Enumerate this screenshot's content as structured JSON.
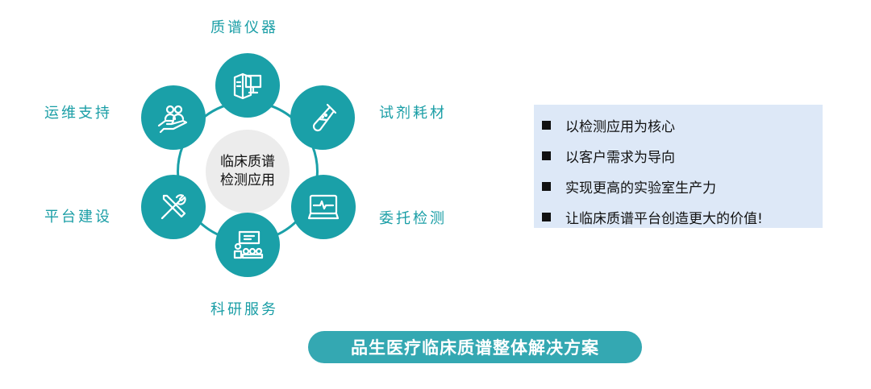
{
  "center": {
    "line1": "临床质谱",
    "line2": "检测应用"
  },
  "nodes": {
    "top": {
      "label": "质谱仪器",
      "icon": "computer-icon"
    },
    "top_right": {
      "label": "试剂耗材",
      "icon": "test-tube-icon"
    },
    "bottom_right": {
      "label": "委托检测",
      "icon": "monitor-heartbeat-icon"
    },
    "bottom": {
      "label": "科研服务",
      "icon": "presentation-audience-icon"
    },
    "bottom_left": {
      "label": "平台建设",
      "icon": "tools-icon"
    },
    "top_left": {
      "label": "运维支持",
      "icon": "hand-people-icon"
    }
  },
  "points": [
    "以检测应用为核心",
    "以客户需求为导向",
    "实现更高的实验室生产力",
    "让临床质谱平台创造更大的价值!"
  ],
  "banner": "品生医疗临床质谱整体解决方案",
  "colors": {
    "teal": "#1aa0a8",
    "box": "#dde8f7",
    "banner": "#34a8b2"
  }
}
